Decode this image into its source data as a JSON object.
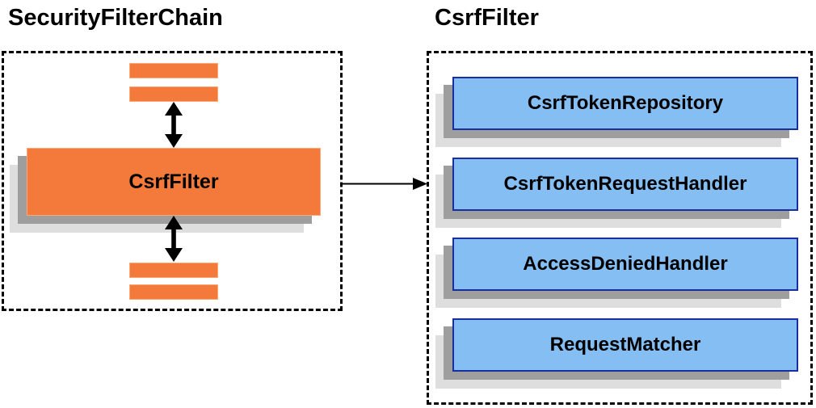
{
  "left_panel": {
    "title": "SecurityFilterChain",
    "filter_box": {
      "label": "CsrfFilter"
    }
  },
  "right_panel": {
    "title": "CsrfFilter",
    "components": [
      {
        "label": "CsrfTokenRepository"
      },
      {
        "label": "CsrfTokenRequestHandler"
      },
      {
        "label": "AccessDeniedHandler"
      },
      {
        "label": "RequestMatcher"
      }
    ]
  },
  "colors": {
    "orange_fill": "#F47A3C",
    "orange_border": "#F9A876",
    "blue_fill": "#85BEF2",
    "blue_border": "#1A2F9E",
    "shadow_dark": "#9E9E9E",
    "shadow_light": "#DEDEDE",
    "arrow": "#000000"
  }
}
